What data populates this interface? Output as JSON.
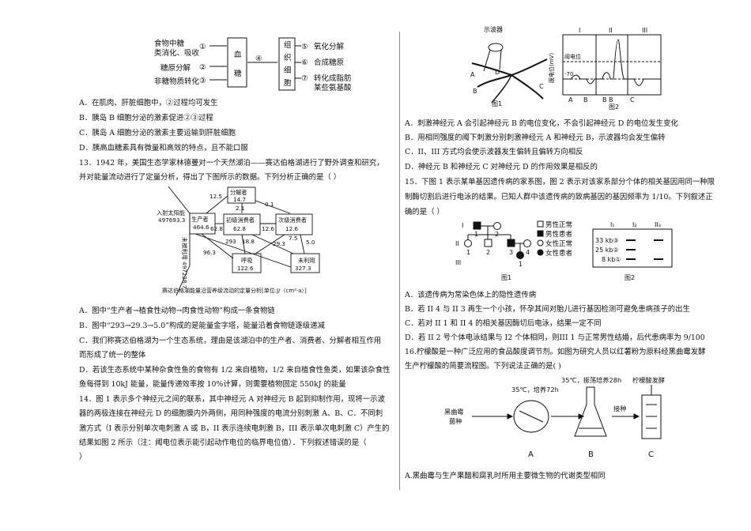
{
  "left": {
    "blood_sugar_figure": {
      "sources": [
        "食物中糖",
        "类消化、吸收",
        "糖原分解",
        "非糖物质转化"
      ],
      "source_nums": [
        "①",
        "②",
        "③"
      ],
      "center_top": "血",
      "center_bottom": "糖",
      "center_arrow": "④",
      "tissue": [
        "组",
        "织",
        "细",
        "胞"
      ],
      "outputs": [
        "⑤",
        "氧化分解",
        "⑥",
        "合成糖原",
        "⑦",
        "转化成脂肪、",
        "某些氨基酸"
      ]
    },
    "q12_options": [
      "A．在肌肉、肝脏细胞中，②过程均可发生",
      "B．胰岛 B 细胞分泌的激素促进②③过程",
      "C．胰岛 A 细胞分泌的激素主要运输到肝脏细胞",
      "D．胰高血糖素具有微量和高效的特点，且不能口服"
    ],
    "q13_stem": [
      "13．1942 年，美国生态学家林德曼对一个天然湖泊——赛达伯格湖进行了野外调查和研究，",
      "并对能量流动进行了定量分析，得出了下图所示的数据。下列分析正确的是（        ）"
    ],
    "energy_figure": {
      "sunlight": "入射太阳能",
      "sunlight_val": "497693.3",
      "unused_side": "未被利用 497228.7",
      "producer": "生产者",
      "producer_val": "464.6",
      "decomposer": "分解者",
      "decomposer_val": "14.7",
      "primary": "初级消费者",
      "primary_val": "62.8",
      "secondary": "次级消费者",
      "secondary_val": "12.6",
      "respiration": "呼吸",
      "respiration_val": "122.6",
      "unused": "未利用",
      "unused_val": "327.3",
      "flows": [
        "12.5",
        "2.1",
        "0.1",
        "62.8",
        "12.6",
        "293",
        "18.8",
        "29.3",
        "7.5",
        "96.3",
        "5.0"
      ],
      "caption": "赛达伯格湖能量沿营养级流动的定量分析[单位:J/（cm²·a）]"
    },
    "q13_options": [
      "A．图中“生产者→植食性动物→肉食性动物”构成一条食物链",
      "B．图中“293→29.3→5.0”构成的是能量金字塔，能量沿着食物链逐级递减",
      "C．我们称赛达伯格湖为一个生态系统，理由是该湖泊中的生产者、消费者、分解者相互作用",
      "而形成了统一的整体",
      "D．若该生态系统中某种杂食性鱼的食物有 1/2 来自植物，1/2 来自植食性鱼类，如果该杂食性",
      "鱼每得到 10kJ 能量，能量传递效率按 10%计算，则需要植物固定 550kJ 的能量"
    ],
    "q14_stem": [
      "14．图 1 表示多个神经元之间的联系，其中神经元 A 对神经元 B 起到抑制作用，现将一示波",
      "器的两极连接在神经元 D 的细胞膜内外两侧，用同种强度的电流分别刺激 A、B、C．不同刺",
      "激方式（I 表示分别单次电刺激 A 或 B，II 表示连续电刺激 B，III 表示单次电刺激 C）产生的",
      "结果如图 2 所示（注：阈电位表示能引起动作电位的临界电位值）．下列叙述错误的是（",
      "    ）"
    ]
  },
  "right": {
    "neuron_figure": {
      "osc_label": "示波器",
      "labels": [
        "A",
        "B",
        "D",
        "C"
      ],
      "fig1": "图1",
      "fig2": "图2",
      "y_label": "膜电位(mV)",
      "threshold": "阈电位",
      "y_tick": "-70",
      "sections": [
        "I",
        "II",
        "III"
      ],
      "stim_labels": [
        "A",
        "B",
        "B",
        "B",
        "C"
      ]
    },
    "q14_options": [
      "A．刺激神经元 A 会引起神经元 B 的电位变化，不会引起神经元 D 的电位发生变化",
      "B．用相同强度的阈下刺激分别刺激神经元 A 和神经元 B，示波器均会发生偏转",
      "C．II、III 方式均会使示波器发生偏转且偏转方向相反",
      "D．神经元 B 和神经元 C 对神经元 D 的作用效果是相反的"
    ],
    "q15_stem": [
      "15．下图 1 表示某单基因遗传病的家系图，图 2 表示对该家系部分个体的相关基因用同一种限",
      "制酶切割后进行电泳的结果。已知人群中该遗传病的致病基因的基因频率为 1/10。下列叙述正",
      "确的是（        ）"
    ],
    "pedigree": {
      "gen": [
        "I",
        "II",
        "III"
      ],
      "nums_i": [
        "1",
        "2"
      ],
      "nums_ii": [
        "1",
        "2",
        "3",
        "4"
      ],
      "nums_iii": [
        "1"
      ],
      "legend": [
        "男性正常",
        "男性患者",
        "女性正常",
        "女性患者"
      ],
      "fig1": "图1",
      "fig2": "图2",
      "gel_cols": [
        "I₁",
        "I₂",
        "II₃"
      ],
      "gel_rows": [
        "33 kb③",
        "25 kb②",
        "8 kb①"
      ]
    },
    "q15_options": [
      "A．该遗传病为常染色体上的隐性遗传病",
      "B．若 II 4 与 II 3 再生一个小孩，怀孕其间对胎儿进行基因检测可避免患病孩子的出生",
      "C．若对 II 1 和 II 4 的相关基因酶切后电泳，结果一定不同",
      "D．若 II 2 号个体电泳结果与 I2 个体相同，则III 1 与正常男性结婚，后代患病率为 9/100"
    ],
    "q16_stem": [
      "16.柠檬酸是一种广泛应用的食品酸度调节剂。如图为研究人员以红薯粉为原料经黑曲霉发酵",
      "生产柠檬酸的简要流程图。下列说法正确的是(        )"
    ],
    "fermentation": {
      "strain": [
        "黑曲霉",
        "菌种"
      ],
      "step1": "35℃，培养72h",
      "step2": "35℃，振荡培养28h",
      "step3": "接种",
      "final": "柠檬酸发酵",
      "labels": [
        "A",
        "B",
        "C"
      ]
    },
    "q16_options": [
      "A.黑曲霉与生产果醋和腐乳时所用主要微生物的代谢类型相同"
    ]
  }
}
